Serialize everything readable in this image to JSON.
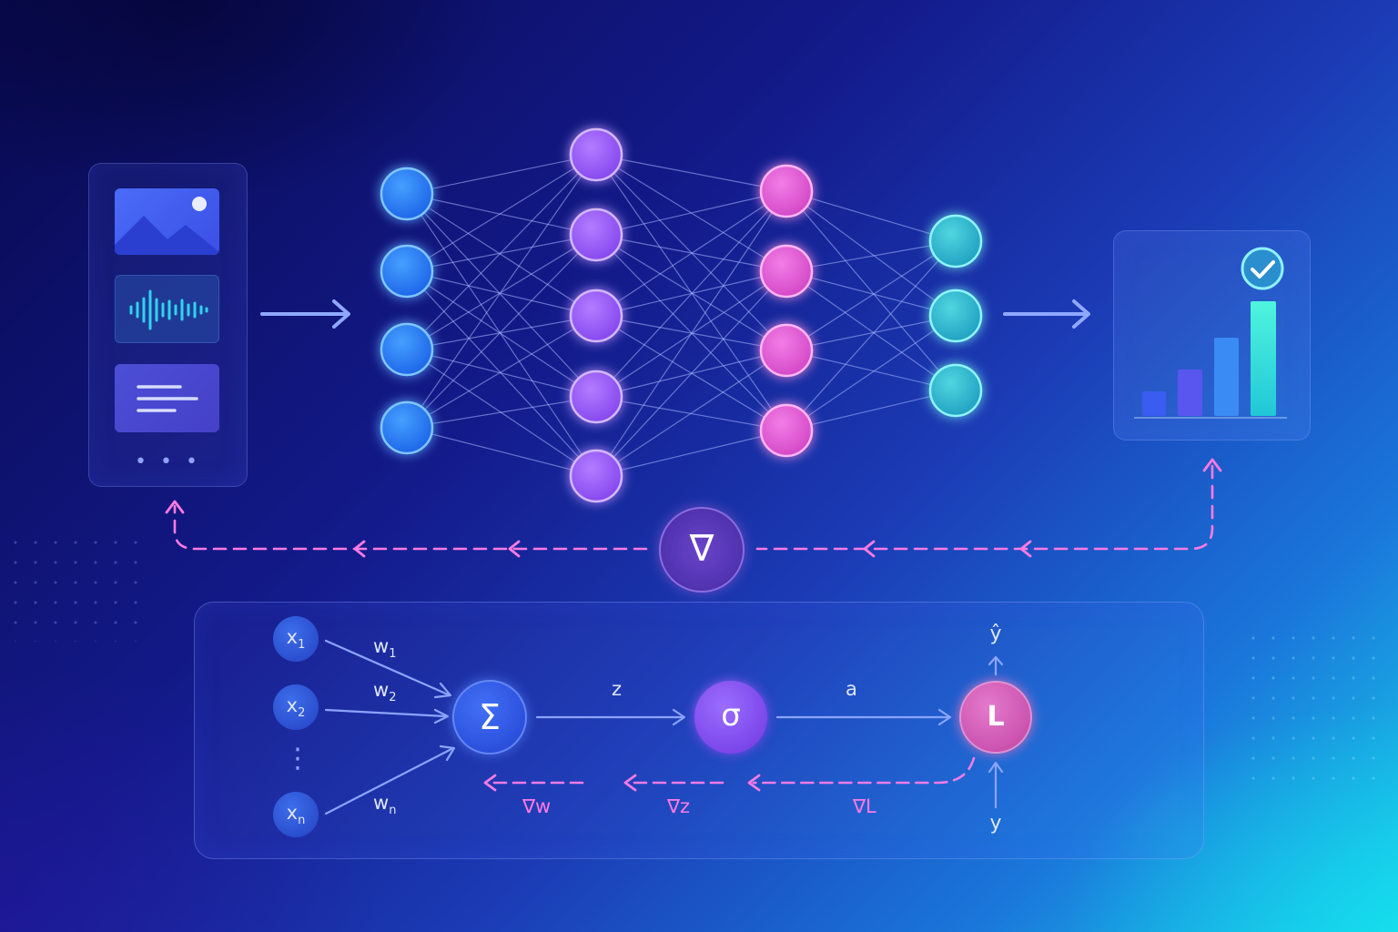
{
  "input_card": {
    "more": "• • •"
  },
  "gradient_symbol": "∇",
  "neuron": {
    "inputs": [
      {
        "base": "x",
        "sub": "1"
      },
      {
        "base": "x",
        "sub": "2"
      },
      {
        "base": "x",
        "sub": "n"
      }
    ],
    "vertical_dots": "⋮",
    "weights": [
      {
        "base": "w",
        "sub": "1"
      },
      {
        "base": "w",
        "sub": "2"
      },
      {
        "base": "w",
        "sub": "n"
      }
    ],
    "sum_symbol": "Σ",
    "z_label": "z",
    "activation_symbol": "σ",
    "a_label": "a",
    "loss_symbol": "L",
    "prediction_label": "ŷ",
    "target_label": "y",
    "grad_w": "∇w",
    "grad_z": "∇z",
    "grad_L": "∇L"
  },
  "colors": {
    "input_layer": "#2f7df6",
    "hidden_layer_1": "#9a5cf6",
    "hidden_layer_2": "#e45ad3",
    "output_layer": "#30bfd0",
    "backprop": "#ff7be3",
    "forward_arrow": "#8fa8ff"
  },
  "icons": {
    "input_image": "image-icon",
    "input_audio": "waveform-icon",
    "input_text": "text-lines-icon",
    "output_check": "checkmark-icon",
    "output_chart": "bar-chart-icon"
  }
}
